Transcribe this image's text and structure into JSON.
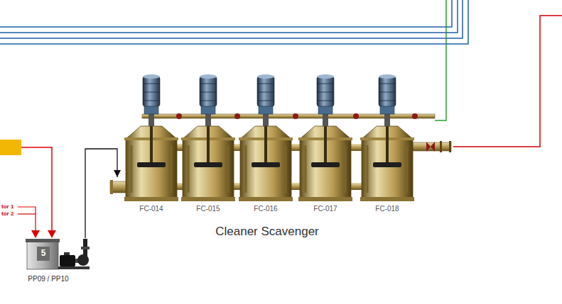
{
  "diagram": {
    "nodes": [
      {
        "text": [
          "FC-014"
        ]
      },
      {
        "text": [
          "FC-015"
        ]
      },
      {
        "text": [
          "FC-016"
        ]
      },
      {
        "text": [
          "FC-017"
        ]
      },
      {
        "text": [
          "FC-018"
        ]
      },
      {
        "text": [
          "5",
          "PP09 / PP10"
        ]
      }
    ],
    "edges": [
      {
        "from": 5,
        "to": 0,
        "arrow": "to"
      }
    ],
    "labels": [
      "tor 1",
      "tor 2",
      "Cleaner Scavenger"
    ]
  }
}
